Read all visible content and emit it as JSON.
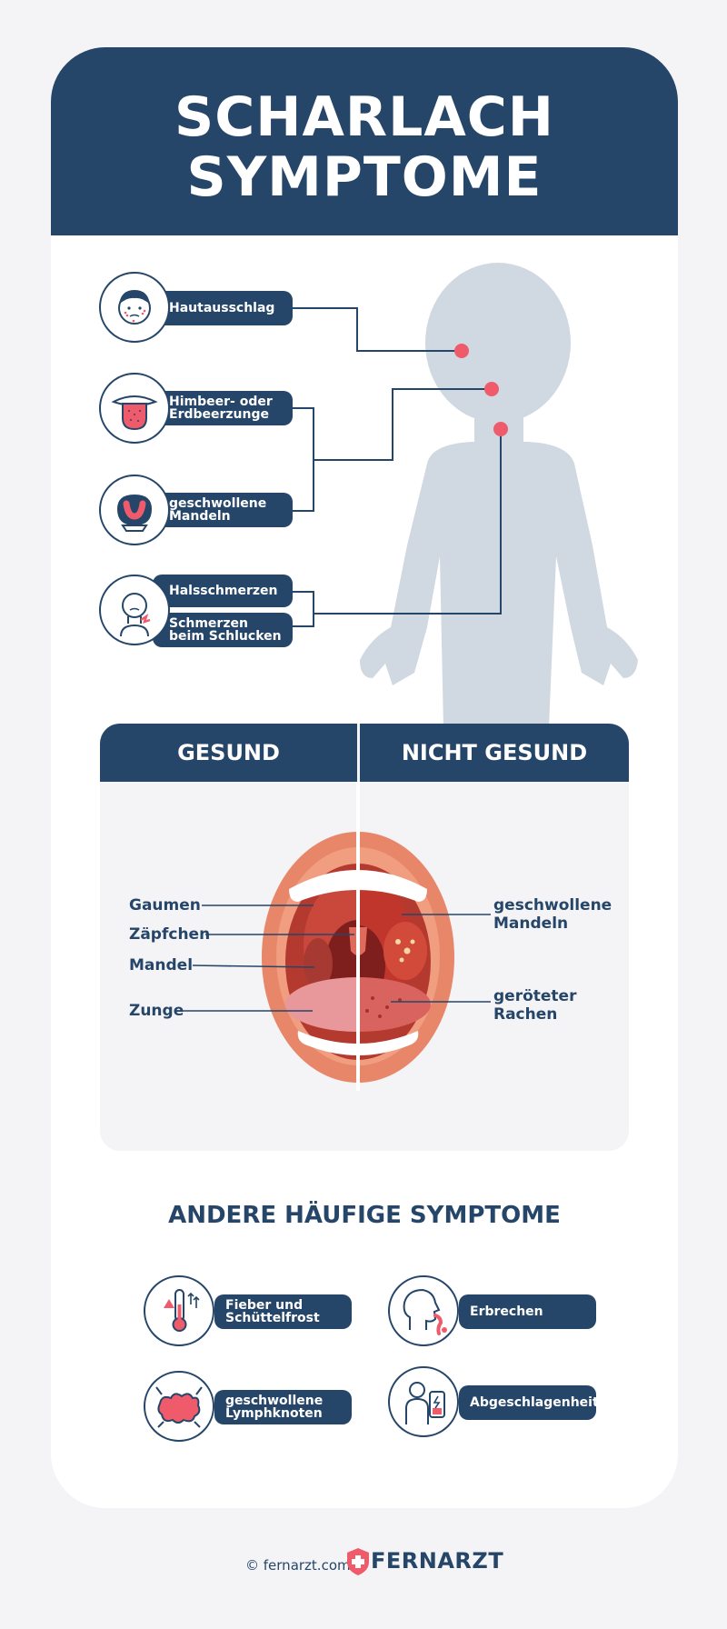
{
  "title_line1": "SCHARLACH",
  "title_line2": "SYMPTOME",
  "symptoms": {
    "rash": "Hautausschlag",
    "tongue_line1": "Himbeer- oder",
    "tongue_line2": "Erdbeerzunge",
    "tonsils_line1": "geschwollene",
    "tonsils_line2": "Mandeln",
    "throat_pain": "Halsschmerzen",
    "swallow_line1": "Schmerzen",
    "swallow_line2": "beim Schlucken"
  },
  "comparison": {
    "healthy": "GESUND",
    "unhealthy": "NICHT GESUND",
    "left_labels": [
      "Gaumen",
      "Zäpfchen",
      "Mandel",
      "Zunge"
    ],
    "right_tonsils_line1": "geschwollene",
    "right_tonsils_line2": "Mandeln",
    "right_throat_line1": "geröteter",
    "right_throat_line2": "Rachen"
  },
  "other": {
    "heading": "ANDERE HÄUFIGE SYMPTOME",
    "fever_line1": "Fieber und",
    "fever_line2": "Schüttelfrost",
    "vomit": "Erbrechen",
    "lymph_line1": "geschwollene",
    "lymph_line2": "Lymphknoten",
    "fatigue": "Abgeschlagenheit"
  },
  "footer": {
    "copyright": "© fernarzt.com",
    "brand": "FERNARZT"
  },
  "colors": {
    "navy": "#254669",
    "silhouette": "#d0d8e1",
    "marker": "#ef5b6a",
    "lip": "#e8866a",
    "throat": "#b43a2f"
  }
}
